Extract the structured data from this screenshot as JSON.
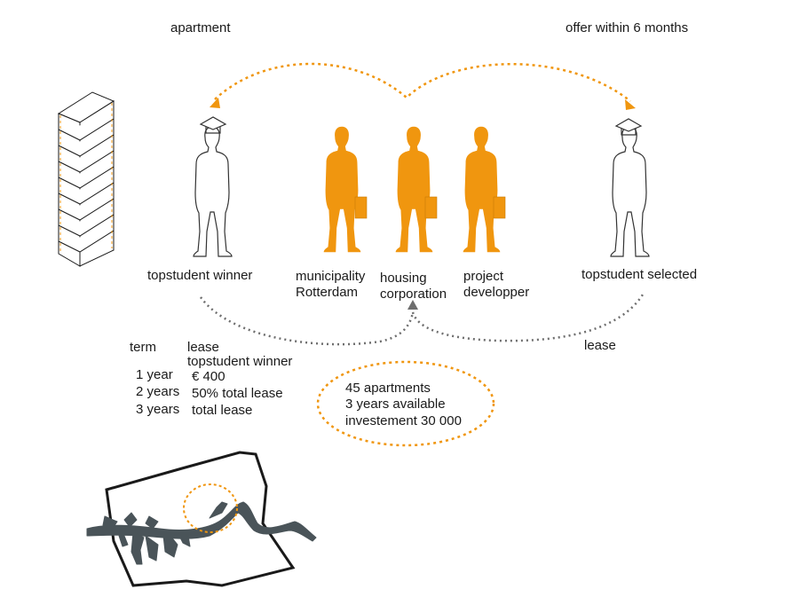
{
  "labels": {
    "apartment": "apartment",
    "offer": "offer within 6 months",
    "winner": "topstudent winner",
    "municipality_1": "municipality",
    "municipality_2": "Rotterdam",
    "housing_1": "housing",
    "housing_2": "corporation",
    "developer_1": "project",
    "developer_2": "developper",
    "selected": "topstudent selected",
    "lease": "lease"
  },
  "lease_table": {
    "col_term": "term",
    "col_lease_1": "lease",
    "col_lease_2": "topstudent winner",
    "rows": [
      {
        "term": "1 year",
        "lease": "€ 400"
      },
      {
        "term": "2 years",
        "lease": "50% total lease"
      },
      {
        "term": "3 years",
        "lease": "total lease"
      }
    ]
  },
  "summary": {
    "line1": "45 apartments",
    "line2": "3 years available",
    "line3": "investement 30 000"
  },
  "colors": {
    "accent": "#F0960F",
    "dashed_gray": "#6e6e6e",
    "river": "#4A5459",
    "outline": "#1a1a1a"
  },
  "icons": {
    "student": "student-graduate-icon",
    "businessman": "businessman-briefcase-icon",
    "building": "apartment-tower-icon",
    "map": "rotterdam-map-icon"
  }
}
